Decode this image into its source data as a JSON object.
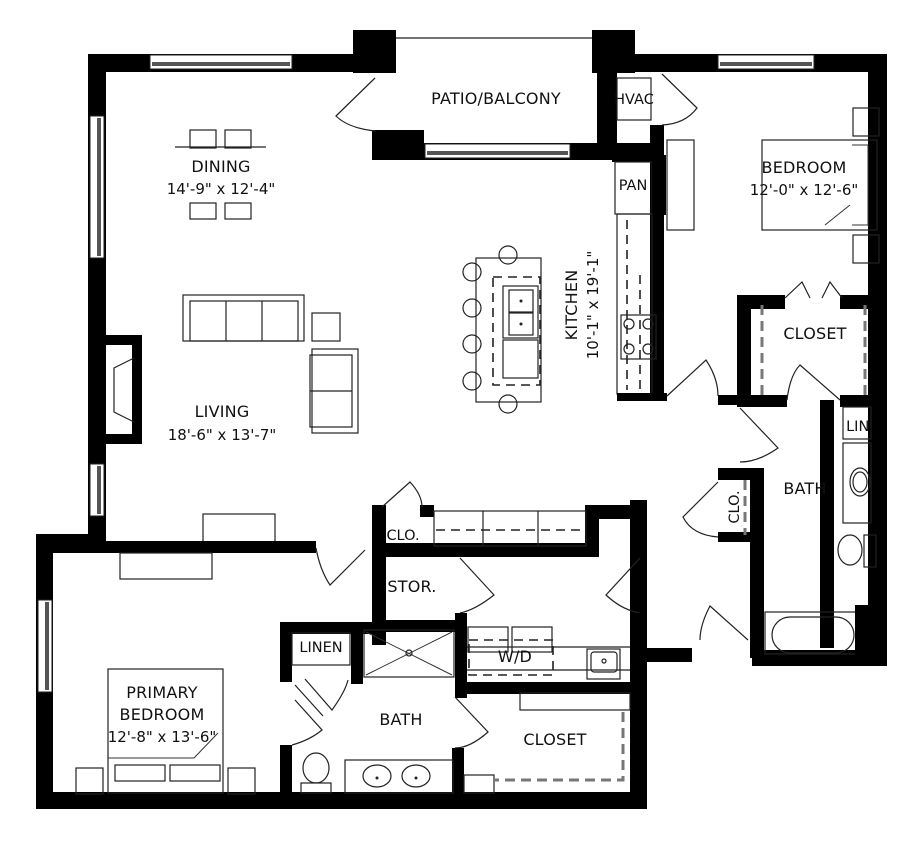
{
  "plan": {
    "rooms": {
      "patio": {
        "label": "PATIO/BALCONY"
      },
      "hvac": {
        "label": "HVAC"
      },
      "pantry": {
        "label": "PAN"
      },
      "dining": {
        "label": "DINING",
        "dimensions": "14'-9\" x 12'-4\""
      },
      "living": {
        "label": "LIVING",
        "dimensions": "18'-6\" x 13'-7\""
      },
      "kitchen": {
        "label": "KITCHEN",
        "dimensions": "10'-1\" x 19'-1\""
      },
      "bedroom": {
        "label": "BEDROOM",
        "dimensions": "12'-0\" x 12'-6\""
      },
      "bedroom_closet": {
        "label": "CLOSET"
      },
      "linen_closet_2": {
        "label": "LIN."
      },
      "bath_2": {
        "label": "BATH"
      },
      "hall_closet_2": {
        "label": "CLO."
      },
      "entry_closet": {
        "label": "CLO."
      },
      "storage": {
        "label": "STOR."
      },
      "laundry": {
        "label": "W/D"
      },
      "linen_primary": {
        "label": "LINEN"
      },
      "primary_bath": {
        "label": "BATH"
      },
      "primary_closet": {
        "label": "CLOSET"
      },
      "primary_bedroom": {
        "label_line1": "PRIMARY",
        "label_line2": "BEDROOM",
        "dimensions": "12'-8\" x 13'-6\""
      }
    },
    "colors": {
      "wall": "#000000",
      "background": "#ffffff",
      "fixture_line": "#222222",
      "shelf_dash": "#777777"
    }
  }
}
